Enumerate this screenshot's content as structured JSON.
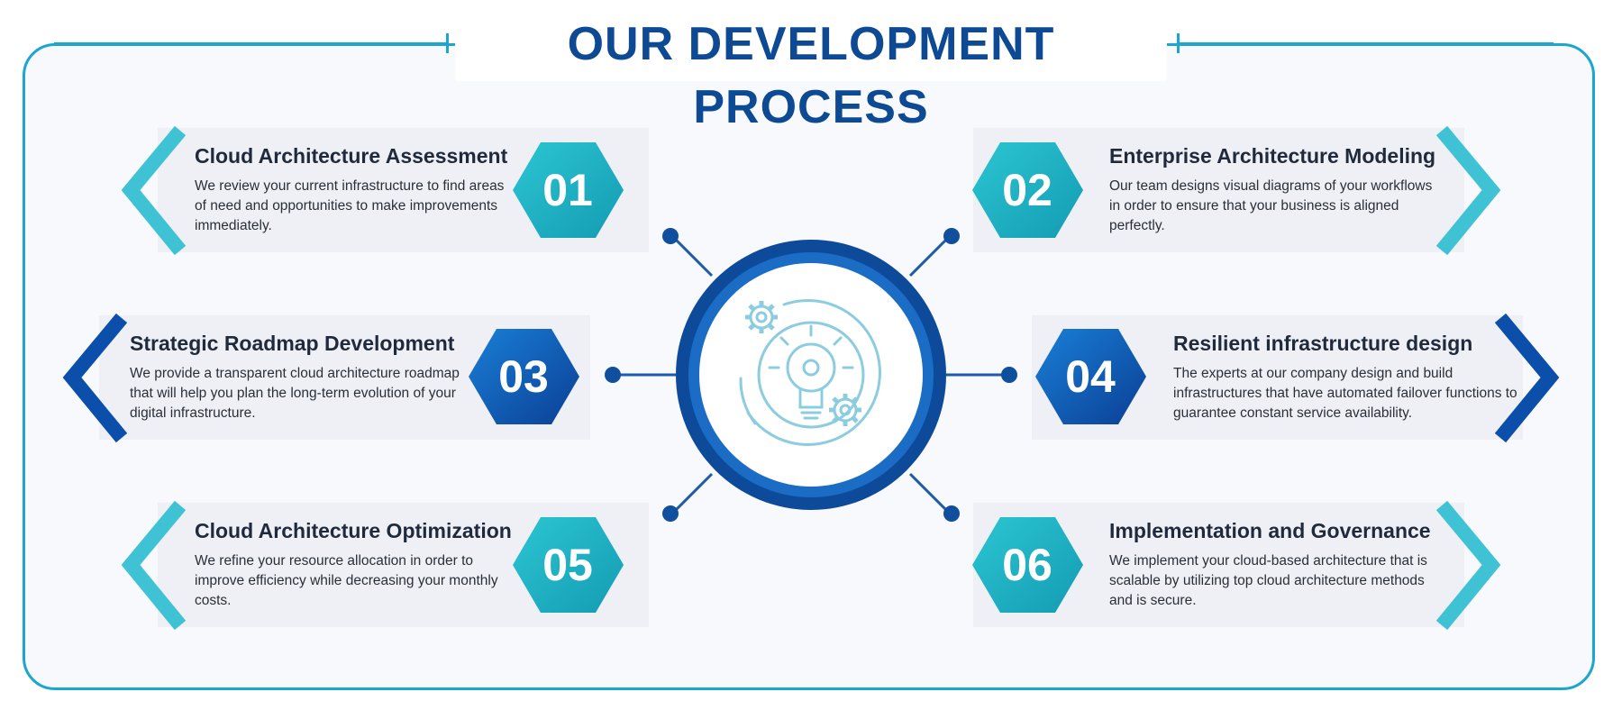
{
  "title": "OUR DEVELOPMENT PROCESS",
  "colors": {
    "navy": "#0d4a93",
    "teal": "#1fb5c4",
    "deep_blue": "#0a4fae",
    "frame": "#1aa6cf",
    "light_icon": "#8ccce0"
  },
  "center_icon": "lightbulb-gears-icon",
  "steps": [
    {
      "num": "01",
      "title": "Cloud Architecture Assessment",
      "desc": "We review your current infrastructure to find areas of need and opportunities to make improvements immediately."
    },
    {
      "num": "02",
      "title": "Enterprise Architecture Modeling",
      "desc": "Our team designs visual diagrams of your workflows in order to ensure that your business is aligned perfectly."
    },
    {
      "num": "03",
      "title": "Strategic Roadmap Development",
      "desc": "We provide a transparent cloud architecture roadmap that will help you plan the long-term evolution of your digital infrastructure."
    },
    {
      "num": "04",
      "title": "Resilient infrastructure design",
      "desc": "The experts at our company design and build infrastructures that have automated failover functions to guarantee constant service availability."
    },
    {
      "num": "05",
      "title": "Cloud Architecture Optimization",
      "desc": "We refine your resource allocation in order to improve efficiency while decreasing your monthly costs."
    },
    {
      "num": "06",
      "title": "Implementation and Governance",
      "desc": "We implement your cloud-based architecture that is scalable by utilizing top cloud architecture methods and is secure."
    }
  ]
}
